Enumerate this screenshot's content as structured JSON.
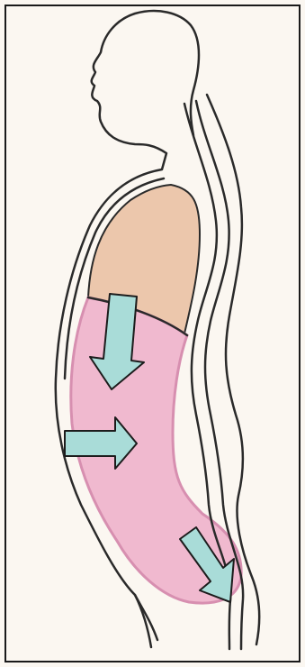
{
  "figure": {
    "subject": "side-profile-human-torso",
    "colors": {
      "background": "#fbf7f1",
      "frame": "#1a1a1a",
      "outline": "#2a2a2a",
      "chest_fill": "#ecc7ac",
      "abdomen_fill": "#f0b9cf",
      "abdomen_edge": "#d78fb0",
      "arrow_fill": "#a9dcd8",
      "arrow_stroke": "#1c1c1c"
    },
    "regions": [
      "chest-cavity",
      "abdominal-cavity",
      "spine"
    ],
    "arrows": [
      {
        "id": "arrow-down",
        "direction": "down"
      },
      {
        "id": "arrow-right",
        "direction": "right"
      },
      {
        "id": "arrow-down-right",
        "direction": "down-right"
      }
    ]
  }
}
